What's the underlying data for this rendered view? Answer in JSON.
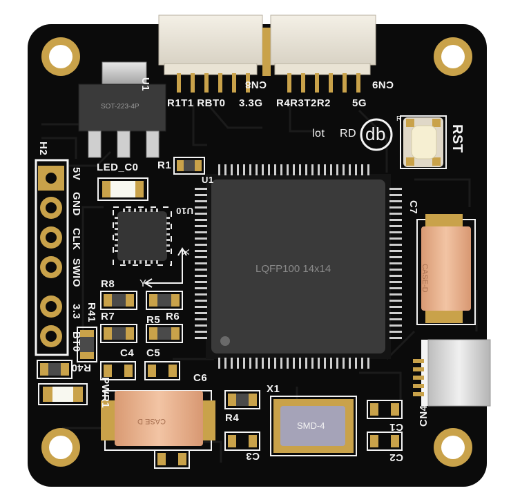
{
  "board": {
    "pcb_color": "#0b0b0b",
    "silkscreen_color": "#f4f4f4",
    "gold_color": "#c9a24a",
    "mcu_package": "LQFP100 14x14",
    "regulator_package": "SOT-223-4P",
    "crystal_package": "SMD-4",
    "capacitor_c7_package": "CASE-D",
    "capacitor_c6_package": "CASE D",
    "reset_label": "RST",
    "logo_text": "db",
    "logo_mark": "R",
    "lot_text": "lot",
    "rd_text": "RD"
  },
  "labels": {
    "u1_top": "U1",
    "u1_mcu": "U1",
    "u10": "U10",
    "cn8": "CN8",
    "cn9": "CN9",
    "cn4": "CN4",
    "h2": "H2",
    "led_c0": "LED_C0",
    "r1": "R1",
    "r8": "R8",
    "r7": "R7",
    "r5": "R5",
    "r6": "R6",
    "r41": "R41",
    "r40": "R40",
    "r4": "R4",
    "pwr1": "PWR1",
    "c4": "C4",
    "c5": "C5",
    "c6": "C6",
    "c7": "C7",
    "c3": "C3",
    "c2": "C2",
    "c1": "C1",
    "x1": "X1",
    "axis_x": "X",
    "axis_y": "Y",
    "cn8_pins": "R1T1 RBT0",
    "mid_pins": "3.3G",
    "cn9_pins": "R4R3T2R2",
    "cn9_5g": "5G"
  },
  "header_pins": [
    "5V",
    "GND",
    "CLK",
    "SWIO",
    "3.3",
    "BT0"
  ]
}
